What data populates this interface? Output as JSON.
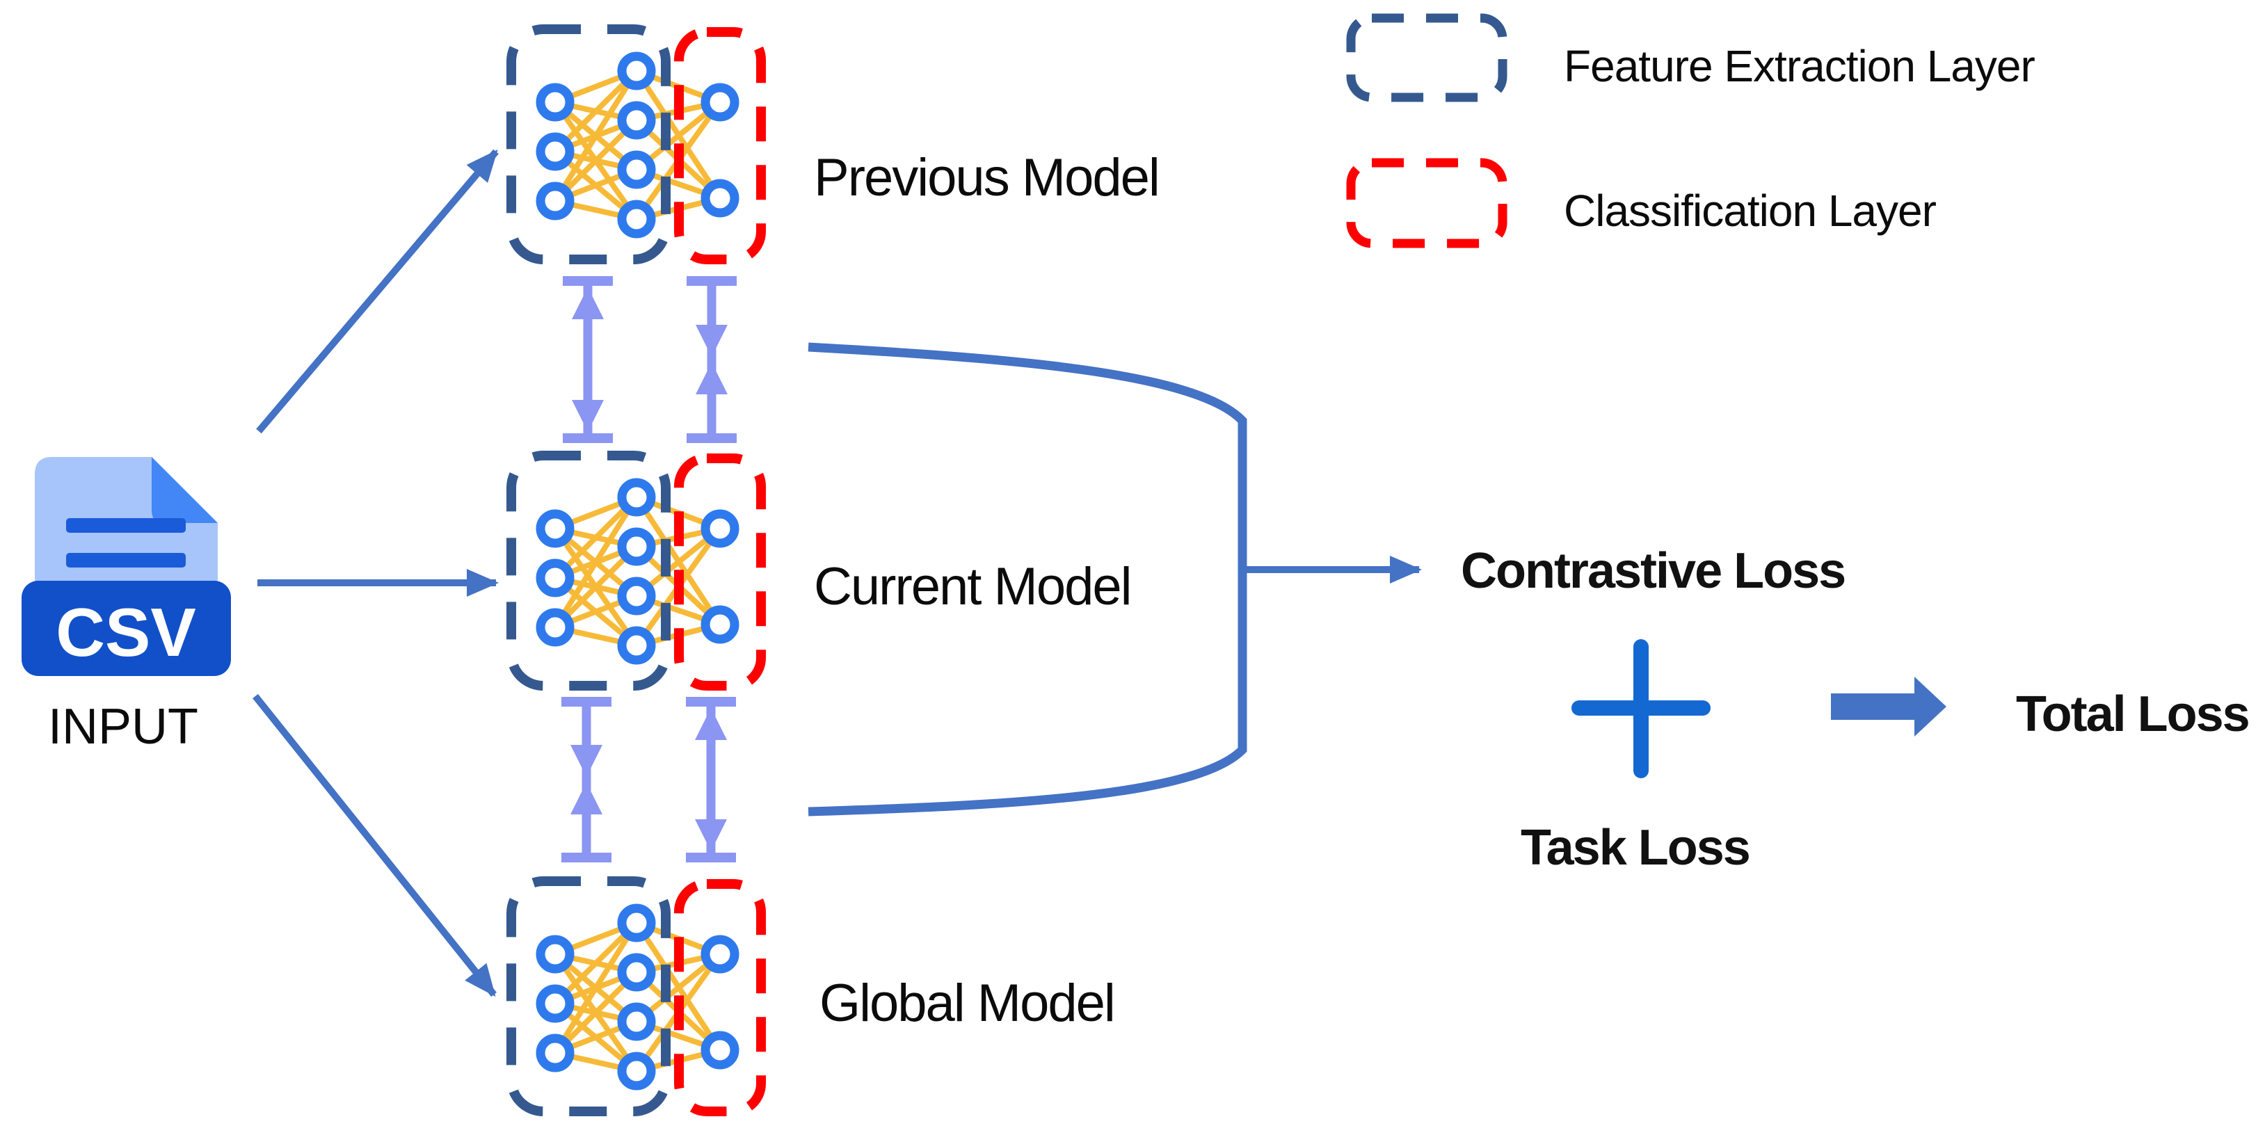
{
  "input": {
    "file_label": "CSV",
    "caption": "INPUT"
  },
  "models": [
    {
      "id": "previous-model",
      "label": "Previous Model"
    },
    {
      "id": "current-model",
      "label": "Current Model"
    },
    {
      "id": "global-model",
      "label": "Global Model"
    }
  ],
  "network": {
    "layers": [
      3,
      4,
      2
    ],
    "feature_extraction_layers": [
      3,
      4
    ],
    "classification_layers": [
      2
    ]
  },
  "legend": {
    "items": [
      {
        "id": "feature-extraction",
        "label": "Feature Extraction Layer",
        "color": "#35598F"
      },
      {
        "id": "classification",
        "label": "Classification Layer",
        "color": "#FF0000"
      }
    ]
  },
  "losses": {
    "contrastive": "Contrastive Loss",
    "task": "Task Loss",
    "total": "Total Loss"
  },
  "colors": {
    "feature_box": "#35598F",
    "classification_box": "#FF0000",
    "neuron": "#2E7AED",
    "edge": "#F7BA38",
    "connector": "#8B95F2",
    "arrow": "#4472C4",
    "plus": "#1468D2",
    "csv_body": "#A7C5FA",
    "csv_fold": "#4386F5",
    "csv_stripe": "#1A5BD9",
    "csv_box": "#1150C9"
  }
}
